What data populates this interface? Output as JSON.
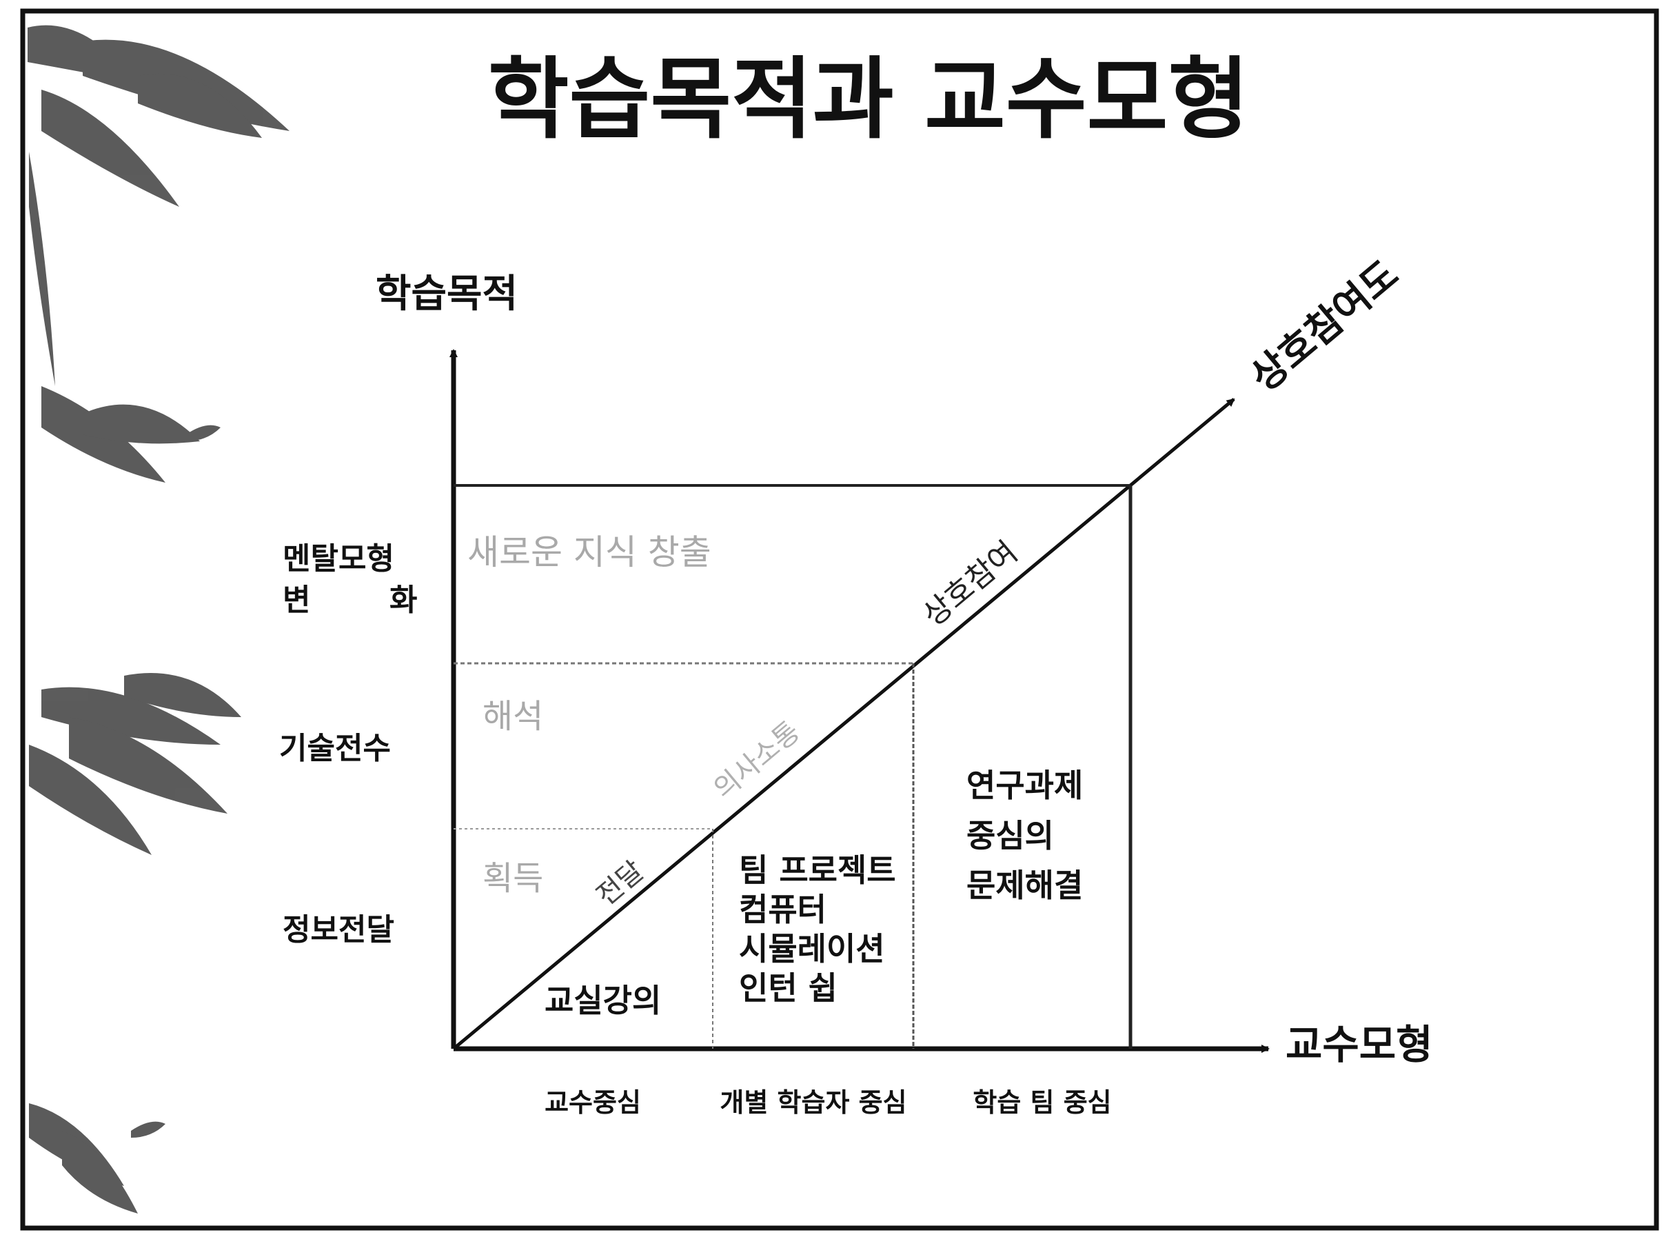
{
  "title": "학습목적과 교수모형",
  "axes": {
    "y_label": "학습목적",
    "x_label": "교수모형",
    "diagonal_label": "상호참여도"
  },
  "y_categories": {
    "top_line1": "멘탈모형",
    "top_line2_a": "변",
    "top_line2_b": "화",
    "middle": "기술전수",
    "bottom": "정보전달"
  },
  "x_categories": [
    "교수중심",
    "개별 학습자 중심",
    "학습 팀 중심"
  ],
  "zones": {
    "top_text": "새로운 지식 창출",
    "middle_text": "해석",
    "bottom_text": "획득"
  },
  "diagonal_segments": {
    "lower": "전달",
    "middle": "의사소통",
    "upper": "상호참여"
  },
  "models": {
    "classroom": "교실강의",
    "individual": [
      "팀 프로젝트",
      "컴퓨터",
      "시뮬레이션",
      "인턴 쉽"
    ],
    "team": [
      "연구과제",
      "중심의",
      "문제해결"
    ]
  },
  "colors": {
    "ink": "#111111",
    "faded": "#a9a9a9",
    "background": "#ffffff",
    "leaf": "#4a4a4a"
  },
  "decoration": {
    "leaf_icon": "bamboo-leaves"
  }
}
